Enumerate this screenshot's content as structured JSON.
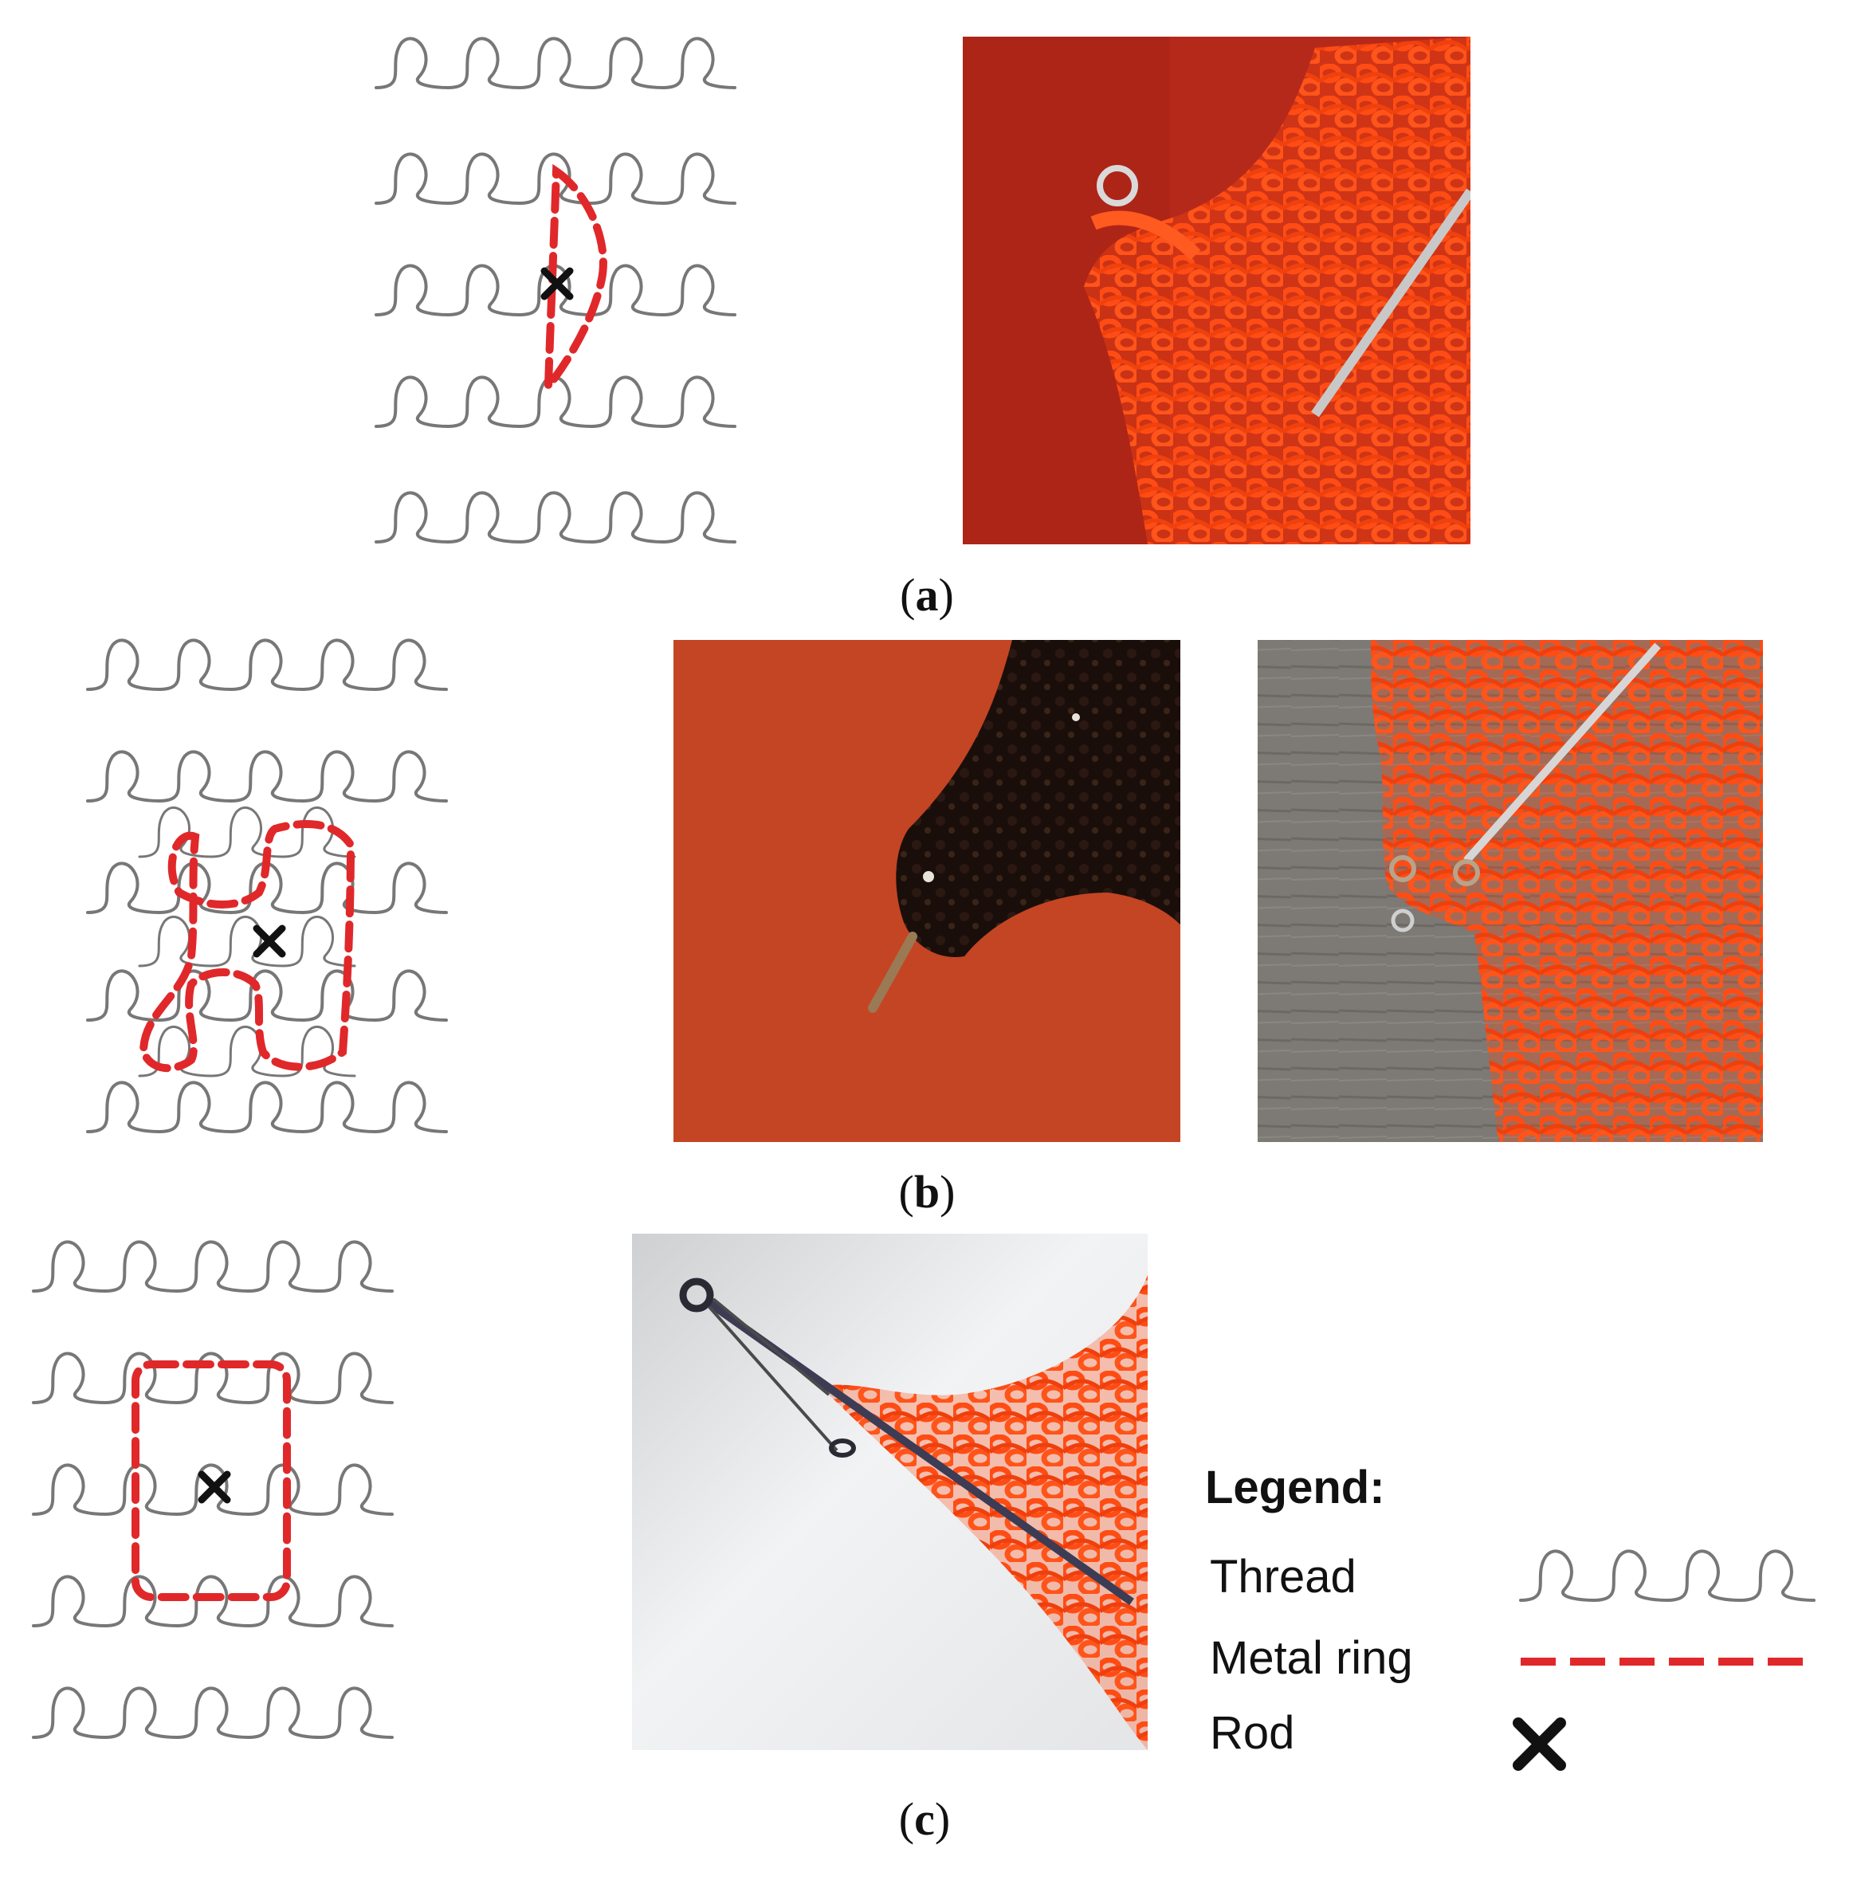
{
  "captions": {
    "a": {
      "open": "(",
      "letter": "a",
      "close": ")"
    },
    "b": {
      "open": "(",
      "letter": "b",
      "close": ")"
    },
    "c": {
      "open": "(",
      "letter": "c",
      "close": ")"
    }
  },
  "legend": {
    "title": "Legend:",
    "items": [
      {
        "label": "Thread",
        "symbol": "loop-line"
      },
      {
        "label": "Metal ring",
        "symbol": "red-dashed-line"
      },
      {
        "label": "Rod",
        "symbol": "cross"
      }
    ]
  },
  "colors": {
    "thread": "#777777",
    "metal_ring": "#e0282a",
    "rod": "#111111",
    "photo_a_bg": "#b5291b",
    "photo_b1_bg": "#c44523",
    "photo_b2_bg": "#7a7672",
    "photo_c_bg": "#e9eaec",
    "knit_orange": "#ff4a12"
  }
}
